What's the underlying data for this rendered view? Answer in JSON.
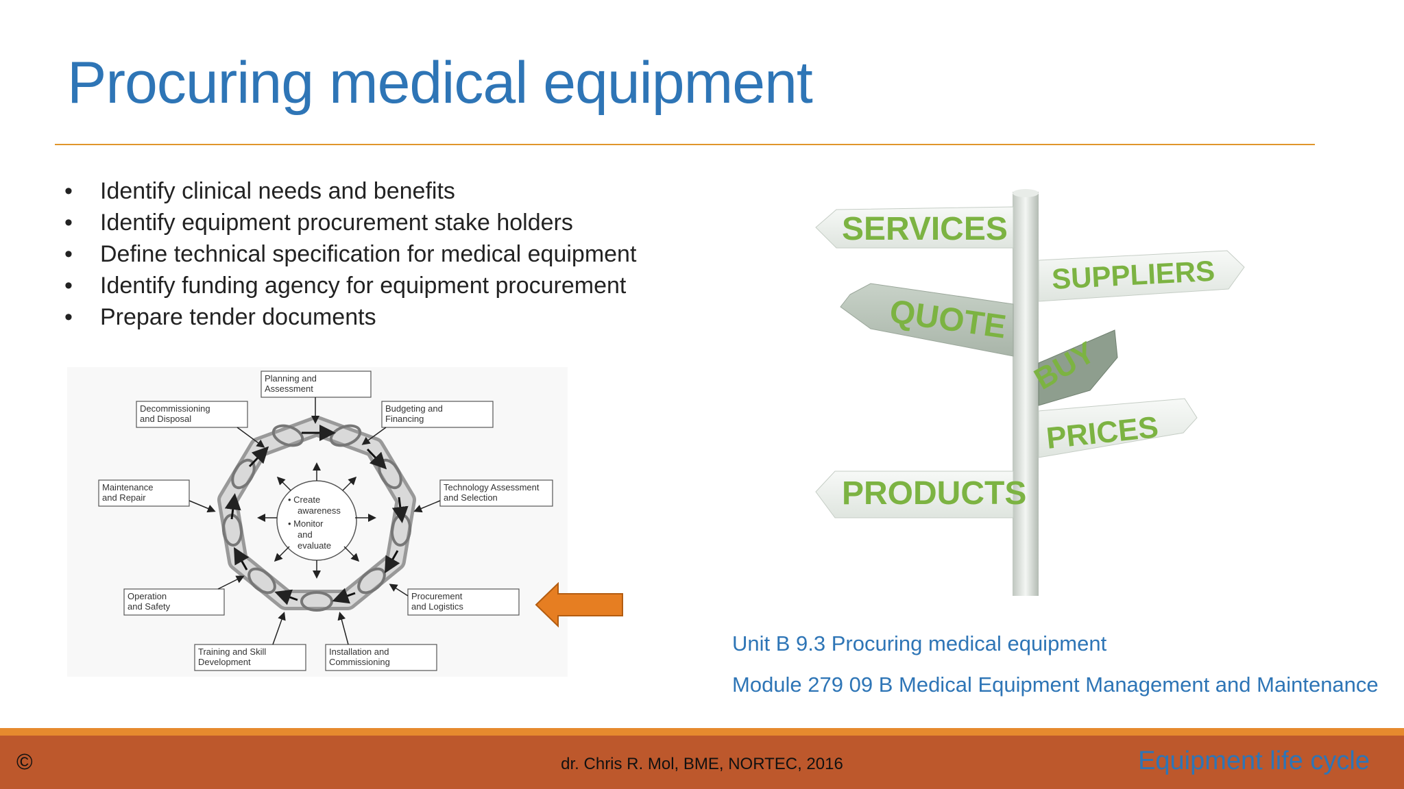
{
  "slide": {
    "title": "Procuring medical equipment",
    "bullets": [
      "Identify clinical needs and benefits",
      "Identify equipment procurement stake holders",
      "Define technical specification for medical equipment",
      "Identify funding agency for equipment procurement",
      "Prepare tender documents"
    ],
    "bullet_symbol": "•"
  },
  "lifecycle_diagram": {
    "boxes": [
      [
        "Planning and",
        "Assessment"
      ],
      [
        "Budgeting and",
        "Financing"
      ],
      [
        "Technology Assessment",
        "and Selection"
      ],
      [
        "Procurement",
        "and Logistics"
      ],
      [
        "Installation and",
        "Commissioning"
      ],
      [
        "Training and Skill",
        "Development"
      ],
      [
        "Operation",
        "and Safety"
      ],
      [
        "Maintenance",
        "and Repair"
      ],
      [
        "Decommissioning",
        "and Disposal"
      ]
    ],
    "center_text": [
      "• Create",
      "awareness",
      "• Monitor",
      "and",
      "evaluate"
    ],
    "highlight_arrow_color": "#e67e22"
  },
  "signpost": {
    "signs": [
      "SERVICES",
      "SUPPLIERS",
      "QUOTE",
      "BUY",
      "PRICES",
      "PRODUCTS"
    ],
    "text_color": "#7cb342"
  },
  "references": {
    "unit": "Unit B 9.3 Procuring medical equipment",
    "module": "Module 279 09 B  Medical Equipment Management and Maintenance"
  },
  "footer": {
    "copyright_symbol": "©",
    "author": "dr. Chris R. Mol, BME, NORTEC, 2016",
    "section": "Equipment life cycle"
  },
  "colors": {
    "title": "#2e75b6",
    "accent_rule": "#e0952a",
    "footer_bar": "#bd582c",
    "footer_stripe": "#e68a2e"
  }
}
